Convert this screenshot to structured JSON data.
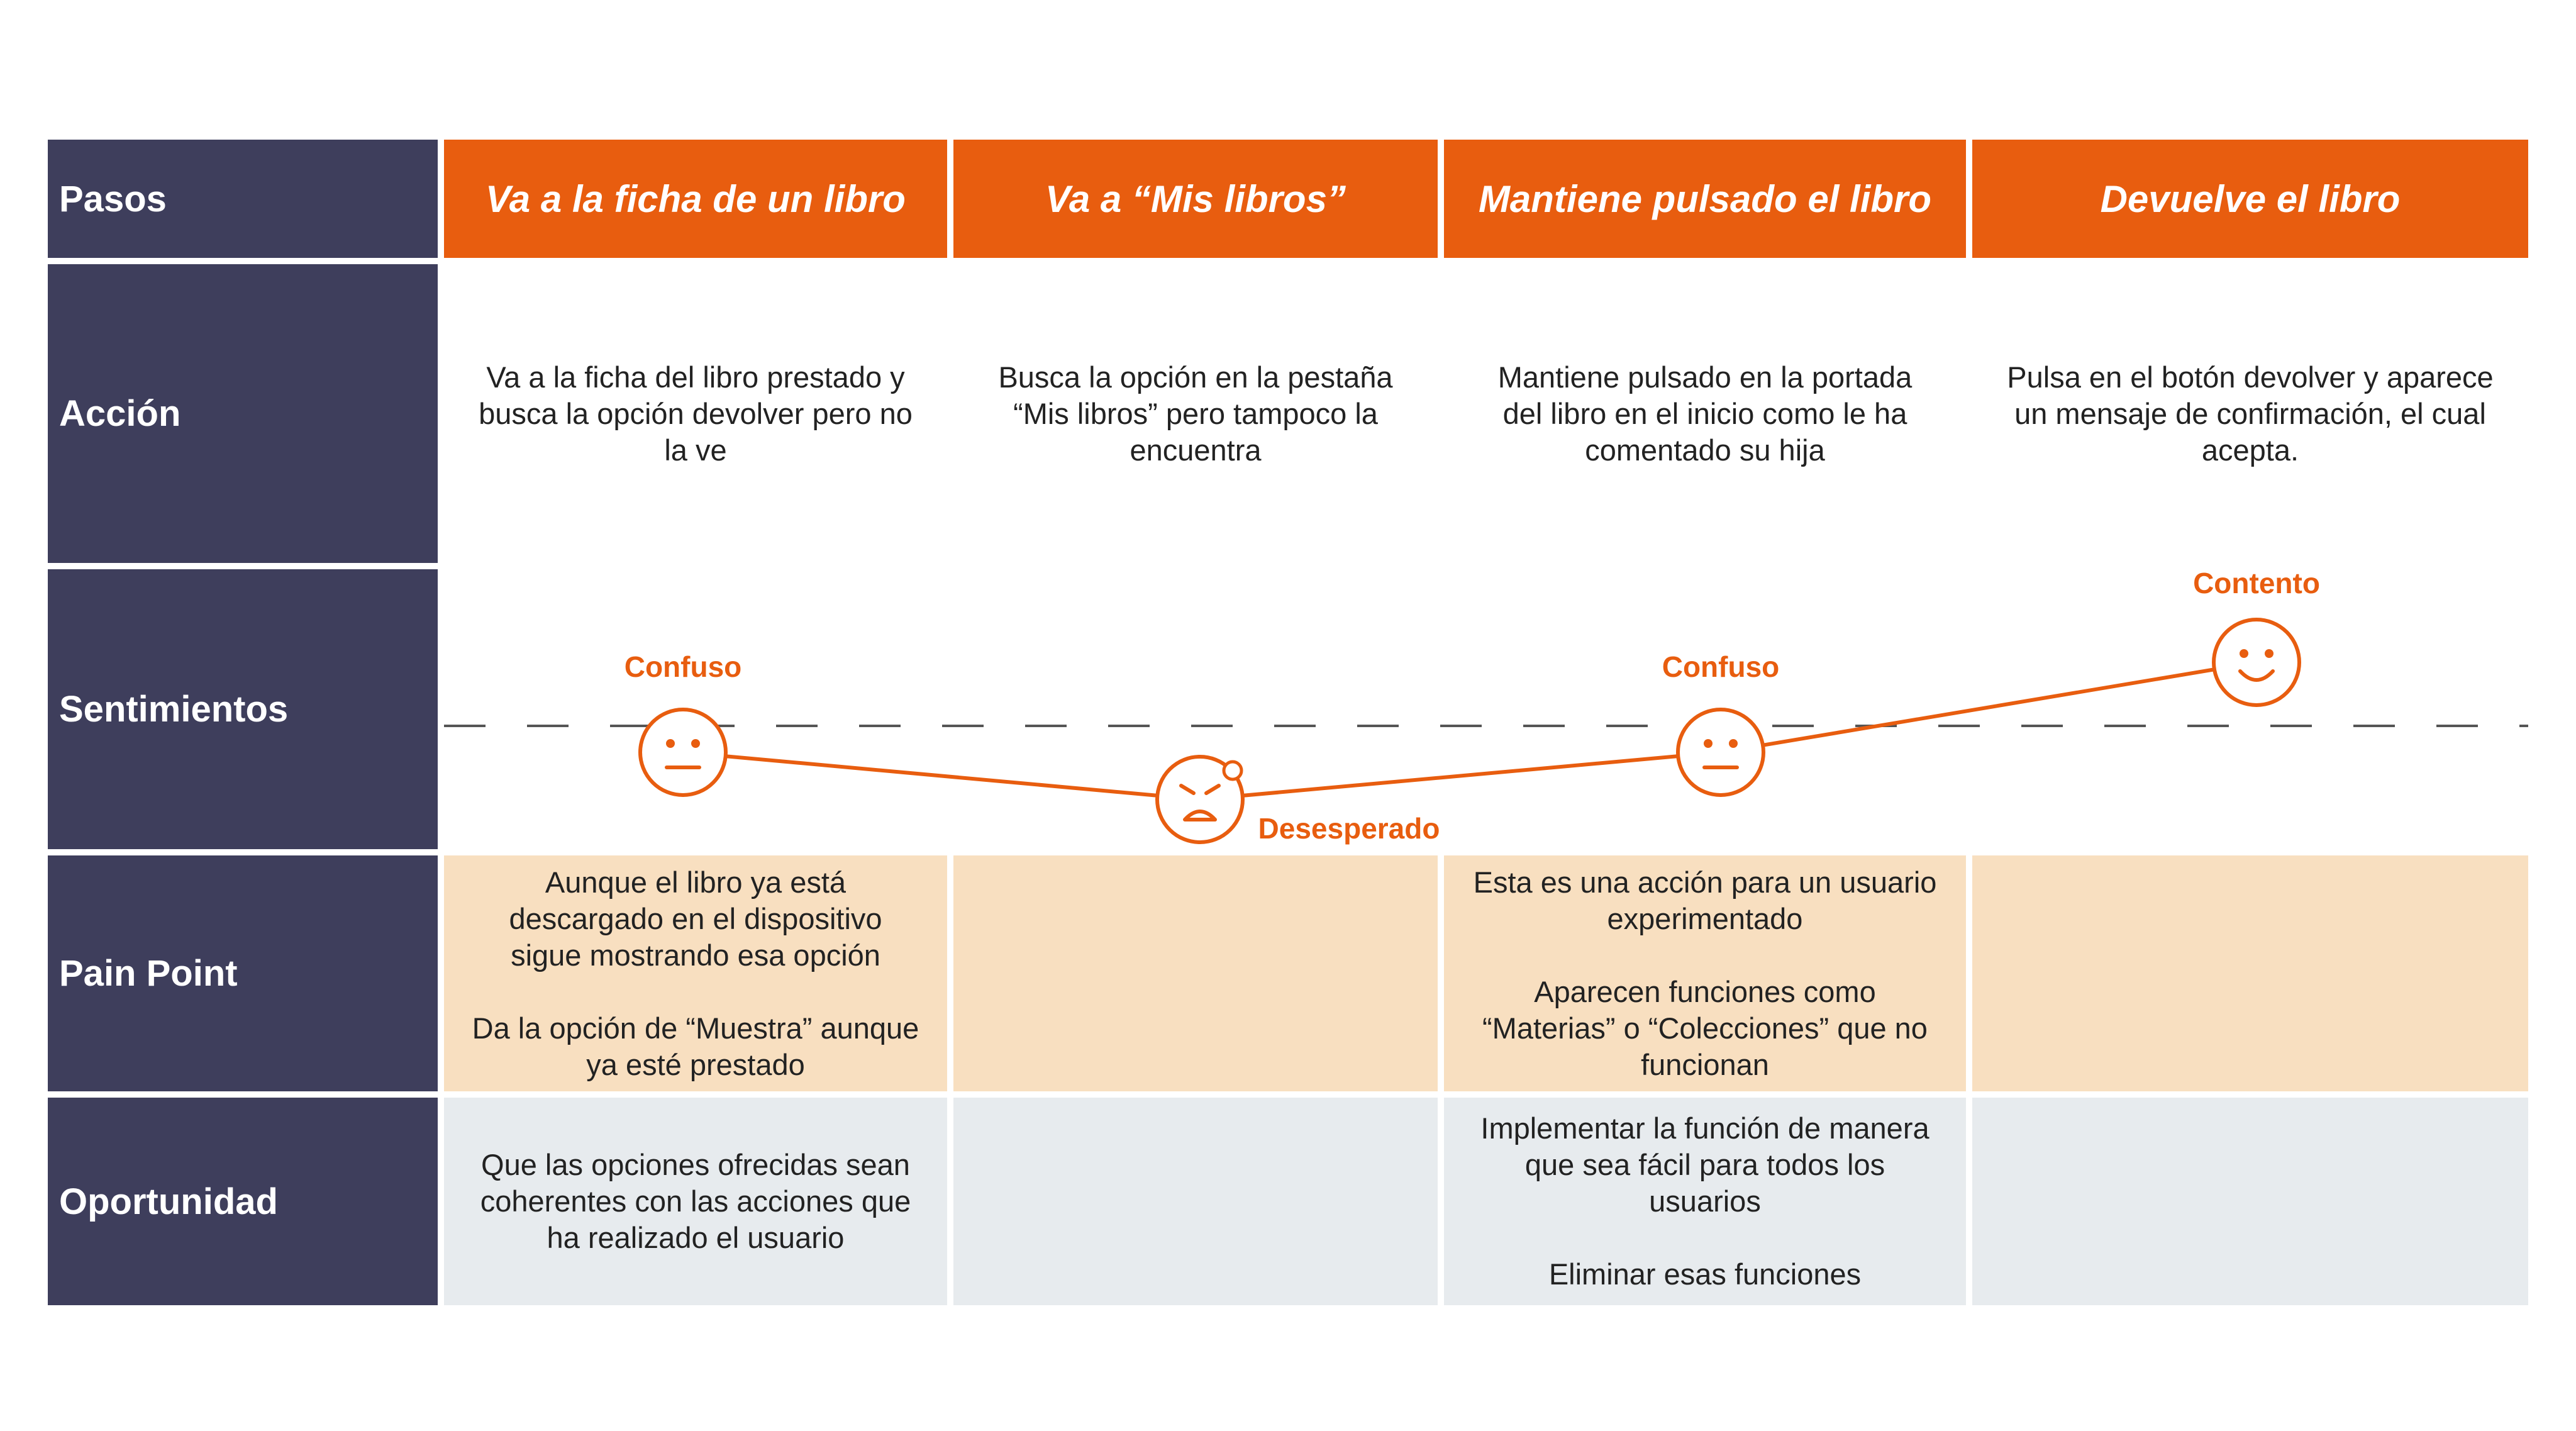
{
  "rows": {
    "pasos": "Pasos",
    "accion": "Acción",
    "sentimientos": "Sentimientos",
    "pain_point": "Pain Point",
    "oportunidad": "Oportunidad"
  },
  "steps": [
    {
      "title": "Va a la ficha de un libro",
      "action": "Va a la ficha del libro prestado y\nbusca la opción devolver pero no\nla ve",
      "emotion": "Confuso",
      "face": "neutral",
      "pain": "Aunque el libro ya está\ndescargado en el dispositivo\nsigue mostrando esa opción\n\nDa la opción de “Muestra” aunque\nya esté prestado",
      "opportunity": "Que las opciones ofrecidas sean\ncoherentes con las acciones que\nha realizado el usuario"
    },
    {
      "title": "Va a “Mis libros”",
      "action": "Busca la opción en la pestaña\n“Mis libros” pero tampoco la\nencuentra",
      "emotion": "Desesperado",
      "face": "sad",
      "pain": "",
      "opportunity": ""
    },
    {
      "title": "Mantiene pulsado el libro",
      "action": "Mantiene pulsado en la portada\ndel libro en el inicio como le ha\ncomentado su hija",
      "emotion": "Confuso",
      "face": "neutral",
      "pain": "Esta es una acción para un usuario\nexperimentado\n\nAparecen funciones como\n“Materias” o “Colecciones” que no\nfuncionan",
      "opportunity": "Implementar la función de manera\nque sea fácil para todos los\nusuarios\n\nEliminar esas funciones"
    },
    {
      "title": "Devuelve el libro",
      "action": "Pulsa en el botón devolver y aparece\nun mensaje de confirmación, el cual\nacepta.",
      "emotion": "Contento",
      "face": "happy",
      "pain": "",
      "opportunity": ""
    }
  ],
  "colors": {
    "label_bg": "#3e3e5c",
    "accent": "#e85d0f",
    "pain_bg": "#f8dfc0",
    "opportunity_bg": "#e7ebee"
  }
}
